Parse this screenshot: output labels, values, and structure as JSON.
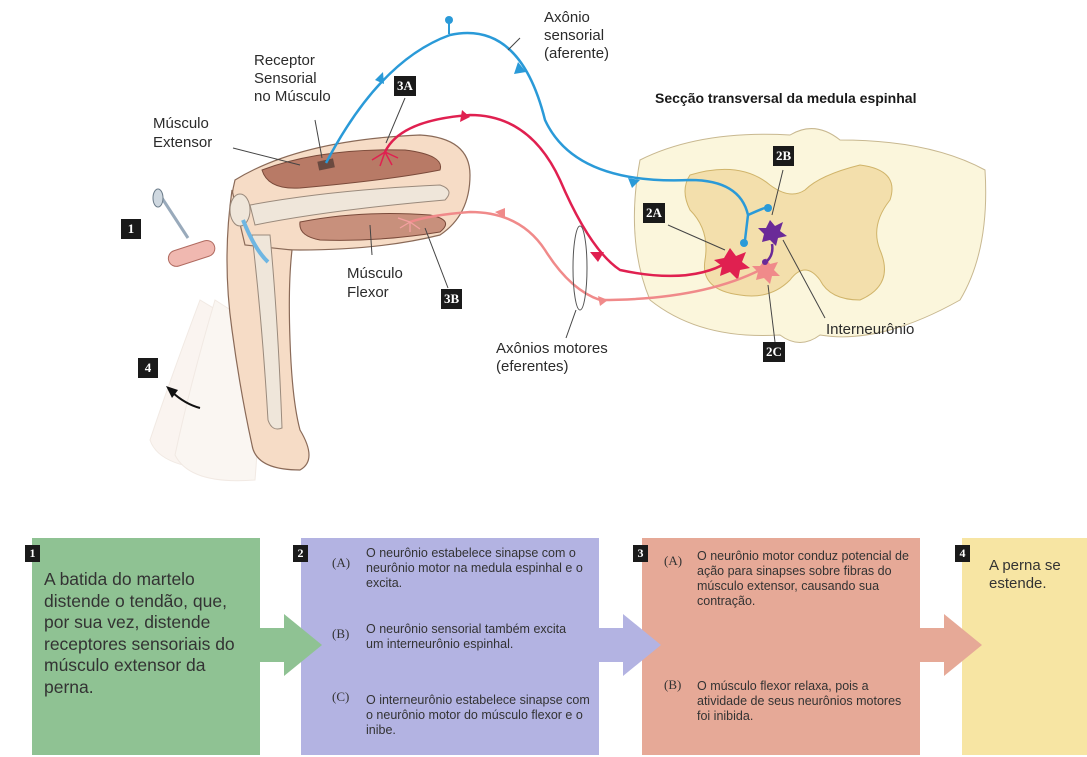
{
  "diagram": {
    "title": "Secção transversal da medula espinhal",
    "labels": {
      "axonio_sensorial": [
        "Axônio",
        "sensorial",
        "(aferente)"
      ],
      "receptor": [
        "Receptor",
        "Sensorial",
        "no Músculo"
      ],
      "musculo_extensor": [
        "Músculo",
        "Extensor"
      ],
      "musculo_flexor": [
        "Músculo",
        "Flexor"
      ],
      "axonios_motores": [
        "Axônios motores",
        "(eferentes)"
      ],
      "interneuronio": "Interneurônio"
    },
    "badges": {
      "b1": "1",
      "b2a": "2A",
      "b2b": "2B",
      "b2c": "2C",
      "b3a": "3A",
      "b3b": "3B",
      "b4": "4"
    },
    "colors": {
      "sensory": "#2a9ad8",
      "motor_extensor": "#e02050",
      "motor_flexor": "#f08a8a",
      "interneuron": "#6a2a98",
      "skin": "#f5d8c0",
      "muscle": "#b87a66",
      "spinal_outer": "#fbf6dc",
      "spinal_gray": "#f3dfac"
    }
  },
  "steps": {
    "s1": {
      "num": "1",
      "text": "A batida do martelo distende o tendão, que, por sua vez, distende receptores sensoriais do músculo extensor da perna."
    },
    "s2": {
      "num": "2",
      "items": [
        {
          "key": "(A)",
          "text": "O neurônio estabelece sinapse com o neurônio motor na medula espinhal e o excita."
        },
        {
          "key": "(B)",
          "text": "O neurônio sensorial também excita um interneurônio espinhal."
        },
        {
          "key": "(C)",
          "text": "O interneurônio estabelece sinapse com o neurônio motor do músculo flexor e o inibe."
        }
      ]
    },
    "s3": {
      "num": "3",
      "items": [
        {
          "key": "(A)",
          "text": "O neurônio motor conduz potencial de ação para sinapses sobre fibras do músculo extensor, causando sua contração."
        },
        {
          "key": "(B)",
          "text": "O músculo flexor relaxa, pois a atividade de seus neurônios motores foi inibida."
        }
      ]
    },
    "s4": {
      "num": "4",
      "text": "A perna se estende."
    },
    "colors": {
      "p1": "#8fc293",
      "p2": "#b3b3e2",
      "p3": "#e6a997",
      "p4": "#f7e5a3"
    }
  }
}
